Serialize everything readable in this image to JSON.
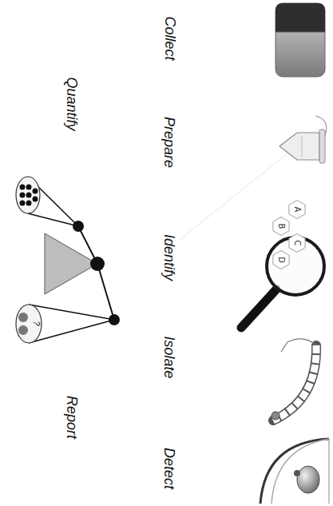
{
  "diagram": {
    "nodes": [
      {
        "text": [
          "A"
        ]
      },
      {
        "text": [
          "B"
        ]
      },
      {
        "text": [
          "C"
        ]
      },
      {
        "text": [
          "D"
        ]
      }
    ],
    "labels": [
      "Collect",
      "Quantify",
      "Prepare",
      "Identify",
      "Isolate",
      "Report",
      "Detect",
      "?"
    ]
  }
}
